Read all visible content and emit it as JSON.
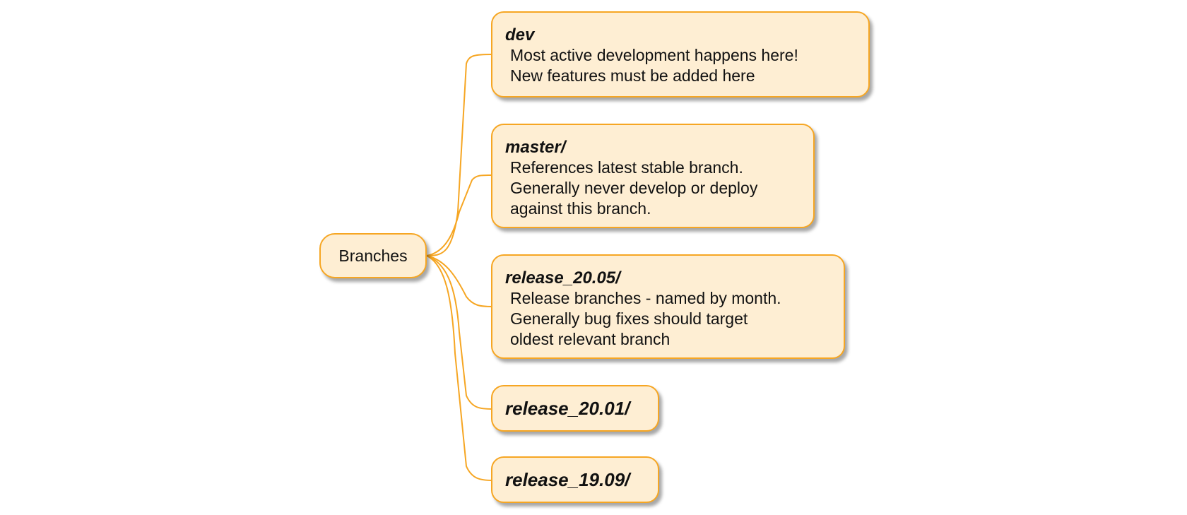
{
  "diagram": {
    "type": "mindmap",
    "colors": {
      "node_fill": "#FEEED3",
      "node_border": "#F6A623",
      "link": "#F6A623"
    },
    "root": {
      "label": "Branches"
    },
    "children": [
      {
        "title": "dev",
        "description": "Most active development happens here!\nNew features must be added here"
      },
      {
        "title": "master/",
        "description": "References latest stable branch.\nGenerally never develop or deploy\nagainst this branch."
      },
      {
        "title": "release_20.05/",
        "description": "Release branches - named by month.\nGenerally bug fixes should target\noldest relevant branch"
      },
      {
        "title": "release_20.01/",
        "description": ""
      },
      {
        "title": "release_19.09/",
        "description": ""
      }
    ]
  }
}
